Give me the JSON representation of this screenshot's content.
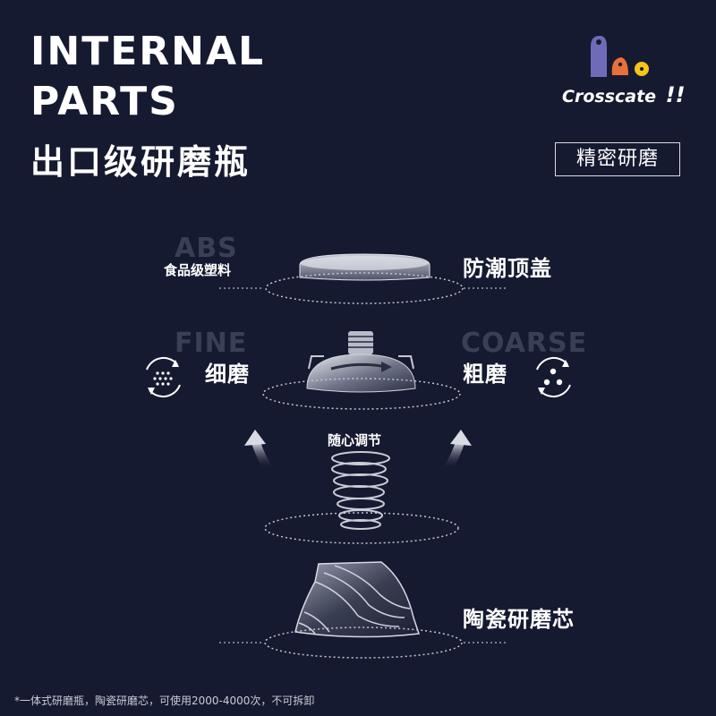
{
  "header": {
    "title_en_line1": "INTERNAL",
    "title_en_line2": "PARTS",
    "title_cn": "出口级研磨瓶",
    "badge": "精密研磨"
  },
  "brand": {
    "logo_text": "Crosscate",
    "logo_mark": "!!"
  },
  "parts": {
    "top_lid": {
      "ghost": "ABS",
      "material": "食品级塑料",
      "label": "防潮顶盖"
    },
    "fine": {
      "ghost": "FINE",
      "label": "细磨"
    },
    "coarse": {
      "ghost": "COARSE",
      "label": "粗磨"
    },
    "spring": {
      "label": "随心调节"
    },
    "core": {
      "label": "陶瓷研磨芯"
    }
  },
  "footnote": "*一体式研磨瓶，陶瓷研磨芯，可使用2000-4000次，不可拆卸",
  "colors": {
    "background": "#161a30",
    "ghost_text": "#3b3f55",
    "logo_purple": "#6f6bb8",
    "logo_orange": "#e8703a",
    "logo_yellow": "#f2c51b"
  },
  "icons": [
    "fine-grind-icon",
    "coarse-grind-icon",
    "adjust-arrow-icon"
  ]
}
